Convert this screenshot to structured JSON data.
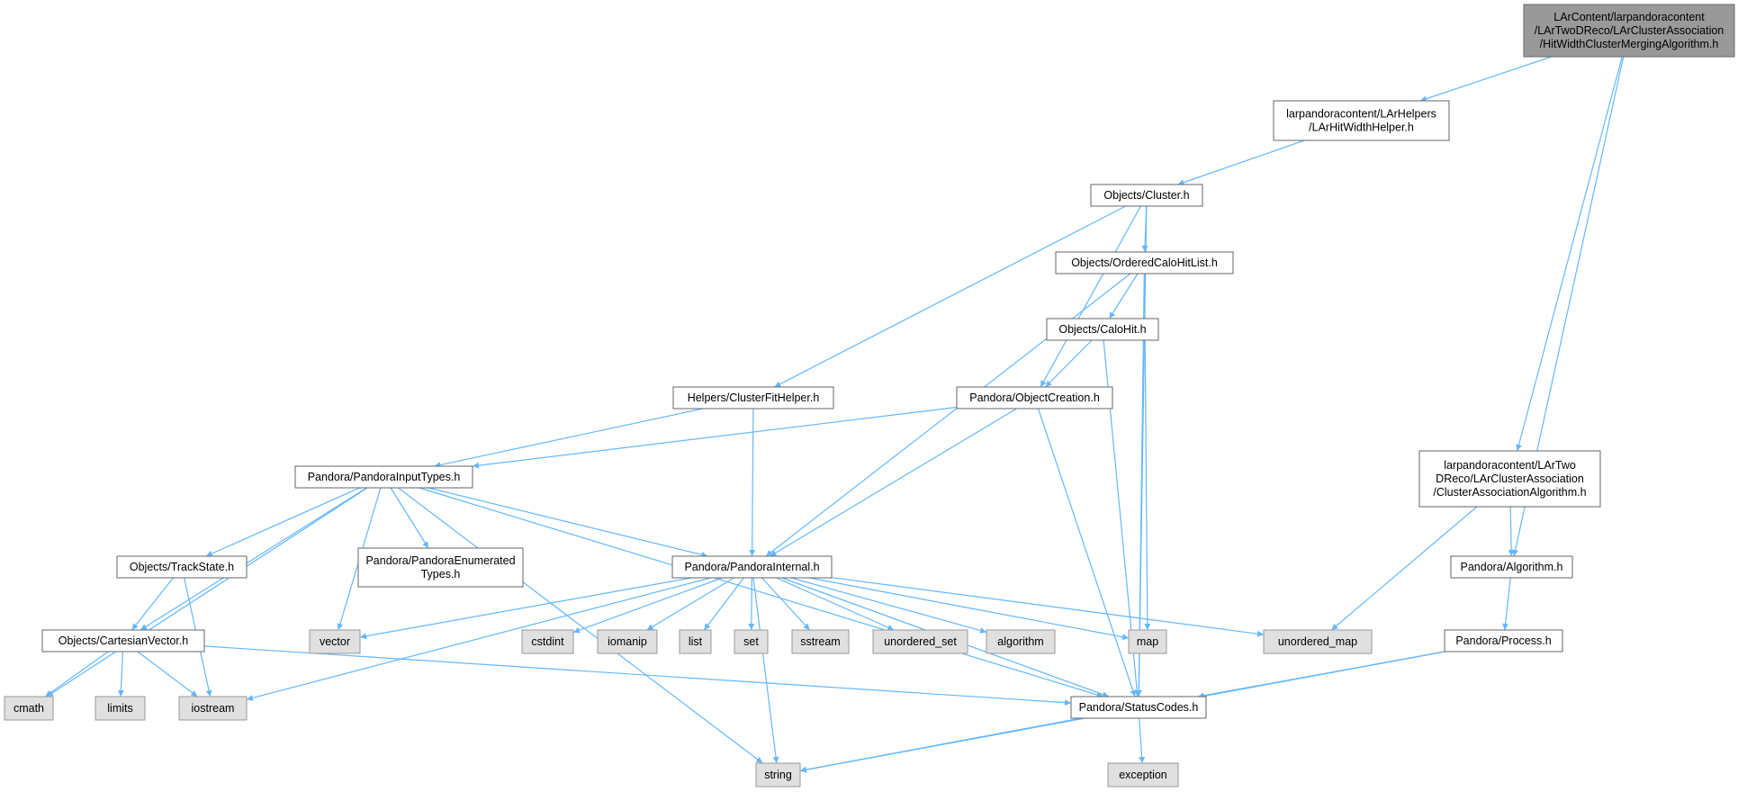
{
  "colors": {
    "edge": "#63b8ff",
    "root_fill": "#999999",
    "root_border": "#666666",
    "file_fill": "#ffffff",
    "file_border": "#666666",
    "system_fill": "#e0e0e0",
    "system_border": "#999999"
  },
  "nodes": [
    {
      "id": "root",
      "kind": "root",
      "lines": [
        "LArContent/larpandoracontent",
        "/LArTwoDReco/LArClusterAssociation",
        "/HitWidthClusterMergingAlgorithm.h"
      ]
    },
    {
      "id": "hitwidth",
      "kind": "file",
      "lines": [
        "larpandoracontent/LArHelpers",
        "/LArHitWidthHelper.h"
      ]
    },
    {
      "id": "cluster",
      "kind": "file",
      "lines": [
        "Objects/Cluster.h"
      ]
    },
    {
      "id": "ordered",
      "kind": "file",
      "lines": [
        "Objects/OrderedCaloHitList.h"
      ]
    },
    {
      "id": "calohit",
      "kind": "file",
      "lines": [
        "Objects/CaloHit.h"
      ]
    },
    {
      "id": "clusterfit",
      "kind": "file",
      "lines": [
        "Helpers/ClusterFitHelper.h"
      ]
    },
    {
      "id": "objcreate",
      "kind": "file",
      "lines": [
        "Pandora/ObjectCreation.h"
      ]
    },
    {
      "id": "inputtypes",
      "kind": "file",
      "lines": [
        "Pandora/PandoraInputTypes.h"
      ]
    },
    {
      "id": "assoc",
      "kind": "file",
      "lines": [
        "larpandoracontent/LArTwo",
        "DReco/LArClusterAssociation",
        "/ClusterAssociationAlgorithm.h"
      ]
    },
    {
      "id": "trackstate",
      "kind": "file",
      "lines": [
        "Objects/TrackState.h"
      ]
    },
    {
      "id": "enumtypes",
      "kind": "file",
      "lines": [
        "Pandora/PandoraEnumerated",
        "Types.h"
      ]
    },
    {
      "id": "internal",
      "kind": "file",
      "lines": [
        "Pandora/PandoraInternal.h"
      ]
    },
    {
      "id": "algorithm_h",
      "kind": "file",
      "lines": [
        "Pandora/Algorithm.h"
      ]
    },
    {
      "id": "cartesian",
      "kind": "file",
      "lines": [
        "Objects/CartesianVector.h"
      ]
    },
    {
      "id": "vector",
      "kind": "system",
      "lines": [
        "vector"
      ]
    },
    {
      "id": "cstdint",
      "kind": "system",
      "lines": [
        "cstdint"
      ]
    },
    {
      "id": "iomanip",
      "kind": "system",
      "lines": [
        "iomanip"
      ]
    },
    {
      "id": "list",
      "kind": "system",
      "lines": [
        "list"
      ]
    },
    {
      "id": "set",
      "kind": "system",
      "lines": [
        "set"
      ]
    },
    {
      "id": "sstream",
      "kind": "system",
      "lines": [
        "sstream"
      ]
    },
    {
      "id": "unordered_set",
      "kind": "system",
      "lines": [
        "unordered_set"
      ]
    },
    {
      "id": "algorithm",
      "kind": "system",
      "lines": [
        "algorithm"
      ]
    },
    {
      "id": "map",
      "kind": "system",
      "lines": [
        "map"
      ]
    },
    {
      "id": "unordered_map",
      "kind": "system",
      "lines": [
        "unordered_map"
      ]
    },
    {
      "id": "process",
      "kind": "file",
      "lines": [
        "Pandora/Process.h"
      ]
    },
    {
      "id": "cmath",
      "kind": "system",
      "lines": [
        "cmath"
      ]
    },
    {
      "id": "limits",
      "kind": "system",
      "lines": [
        "limits"
      ]
    },
    {
      "id": "iostream",
      "kind": "system",
      "lines": [
        "iostream"
      ]
    },
    {
      "id": "statuscodes",
      "kind": "file",
      "lines": [
        "Pandora/StatusCodes.h"
      ]
    },
    {
      "id": "string",
      "kind": "system",
      "lines": [
        "string"
      ]
    },
    {
      "id": "exception",
      "kind": "system",
      "lines": [
        "exception"
      ]
    }
  ],
  "edges": [
    [
      "root",
      "hitwidth"
    ],
    [
      "root",
      "assoc"
    ],
    [
      "root",
      "algorithm_h"
    ],
    [
      "hitwidth",
      "cluster"
    ],
    [
      "cluster",
      "ordered"
    ],
    [
      "cluster",
      "clusterfit"
    ],
    [
      "cluster",
      "objcreate"
    ],
    [
      "cluster",
      "statuscodes"
    ],
    [
      "ordered",
      "calohit"
    ],
    [
      "ordered",
      "internal"
    ],
    [
      "ordered",
      "map"
    ],
    [
      "ordered",
      "statuscodes"
    ],
    [
      "calohit",
      "objcreate"
    ],
    [
      "calohit",
      "statuscodes"
    ],
    [
      "clusterfit",
      "inputtypes"
    ],
    [
      "clusterfit",
      "internal"
    ],
    [
      "objcreate",
      "inputtypes"
    ],
    [
      "objcreate",
      "internal"
    ],
    [
      "objcreate",
      "statuscodes"
    ],
    [
      "inputtypes",
      "cmath"
    ],
    [
      "inputtypes",
      "cartesian"
    ],
    [
      "inputtypes",
      "trackstate"
    ],
    [
      "inputtypes",
      "string"
    ],
    [
      "inputtypes",
      "vector"
    ],
    [
      "inputtypes",
      "enumtypes"
    ],
    [
      "inputtypes",
      "internal"
    ],
    [
      "inputtypes",
      "statuscodes"
    ],
    [
      "assoc",
      "algorithm_h"
    ],
    [
      "assoc",
      "unordered_map"
    ],
    [
      "algorithm_h",
      "process"
    ],
    [
      "process",
      "statuscodes"
    ],
    [
      "process",
      "string"
    ],
    [
      "trackstate",
      "cartesian"
    ],
    [
      "trackstate",
      "iostream"
    ],
    [
      "cartesian",
      "cmath"
    ],
    [
      "cartesian",
      "limits"
    ],
    [
      "cartesian",
      "iostream"
    ],
    [
      "cartesian",
      "statuscodes"
    ],
    [
      "internal",
      "vector"
    ],
    [
      "internal",
      "iostream"
    ],
    [
      "internal",
      "cstdint"
    ],
    [
      "internal",
      "iomanip"
    ],
    [
      "internal",
      "list"
    ],
    [
      "internal",
      "set"
    ],
    [
      "internal",
      "sstream"
    ],
    [
      "internal",
      "unordered_set"
    ],
    [
      "internal",
      "algorithm"
    ],
    [
      "internal",
      "map"
    ],
    [
      "internal",
      "unordered_map"
    ],
    [
      "internal",
      "string"
    ],
    [
      "internal",
      "statuscodes"
    ],
    [
      "statuscodes",
      "string"
    ],
    [
      "statuscodes",
      "exception"
    ]
  ]
}
